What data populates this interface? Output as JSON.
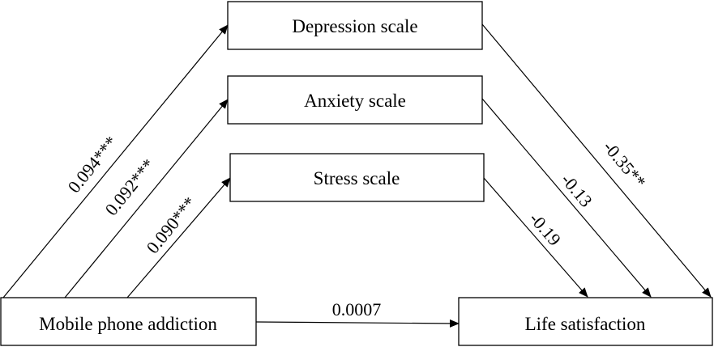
{
  "nodes": {
    "depression": "Depression scale",
    "anxiety": "Anxiety scale",
    "stress": "Stress scale",
    "mobile": "Mobile phone addiction",
    "life": "Life satisfaction"
  },
  "edges": {
    "mobile_depression": "0.094***",
    "mobile_anxiety": "0.092***",
    "mobile_stress": "0.090***",
    "depression_life": "-0.35**",
    "anxiety_life": "-0.13",
    "stress_life": "-0.19",
    "mobile_life": "0.0007"
  },
  "colors": {
    "stroke": "#000000",
    "background": "#ffffff"
  }
}
